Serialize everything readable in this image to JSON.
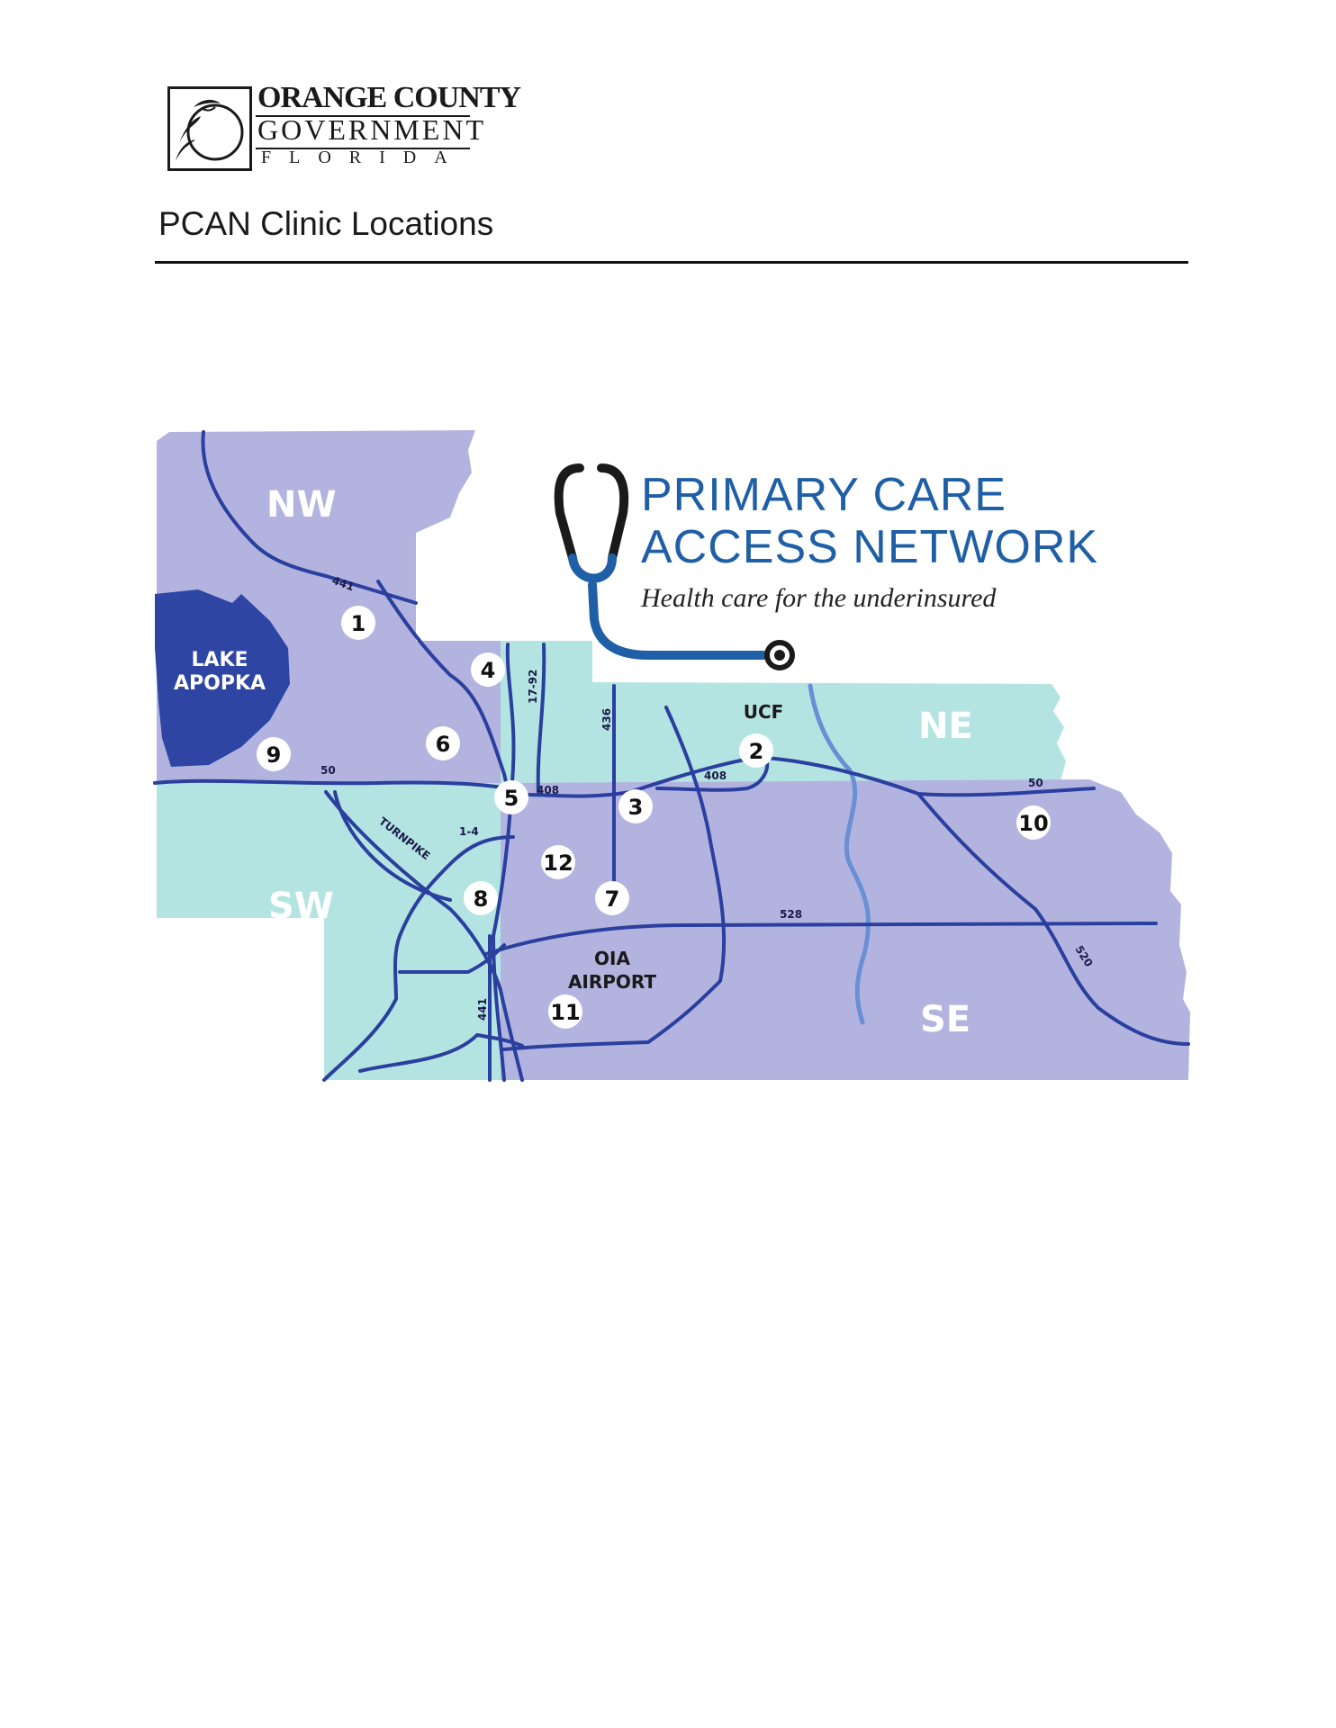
{
  "header": {
    "logo": {
      "line1": "ORANGE COUNTY",
      "line2": "GOVERNMENT",
      "line3": "FLORIDA"
    },
    "title": "PCAN Clinic Locations"
  },
  "brand": {
    "line1": "PRIMARY CARE",
    "line2": "ACCESS NETWORK",
    "tagline": "Health care for the underinsured"
  },
  "map": {
    "colors": {
      "region_purple": "#b3b3e0",
      "region_teal": "#b4e4e2",
      "lake": "#2e45a3",
      "road": "#2a3f9e",
      "river": "#6a8fd4",
      "brand_blue": "#1f5fa6"
    },
    "regions": {
      "nw": "NW",
      "ne": "NE",
      "sw": "SW",
      "se": "SE"
    },
    "places": {
      "lake_line1": "LAKE",
      "lake_line2": "APOPKA",
      "ucf": "UCF",
      "airport_line1": "OIA",
      "airport_line2": "AIRPORT"
    },
    "roads": {
      "r441_north": "441",
      "r1792": "17-92",
      "r436": "436",
      "r50_west": "50",
      "r408_west": "408",
      "r408_east": "408",
      "r50_east": "50",
      "turnpike": "TURNPIKE",
      "i4": "1-4",
      "r528": "528",
      "r520": "520",
      "r441_south": "441"
    },
    "markers": [
      "1",
      "2",
      "3",
      "4",
      "5",
      "6",
      "7",
      "8",
      "9",
      "10",
      "11",
      "12"
    ]
  }
}
